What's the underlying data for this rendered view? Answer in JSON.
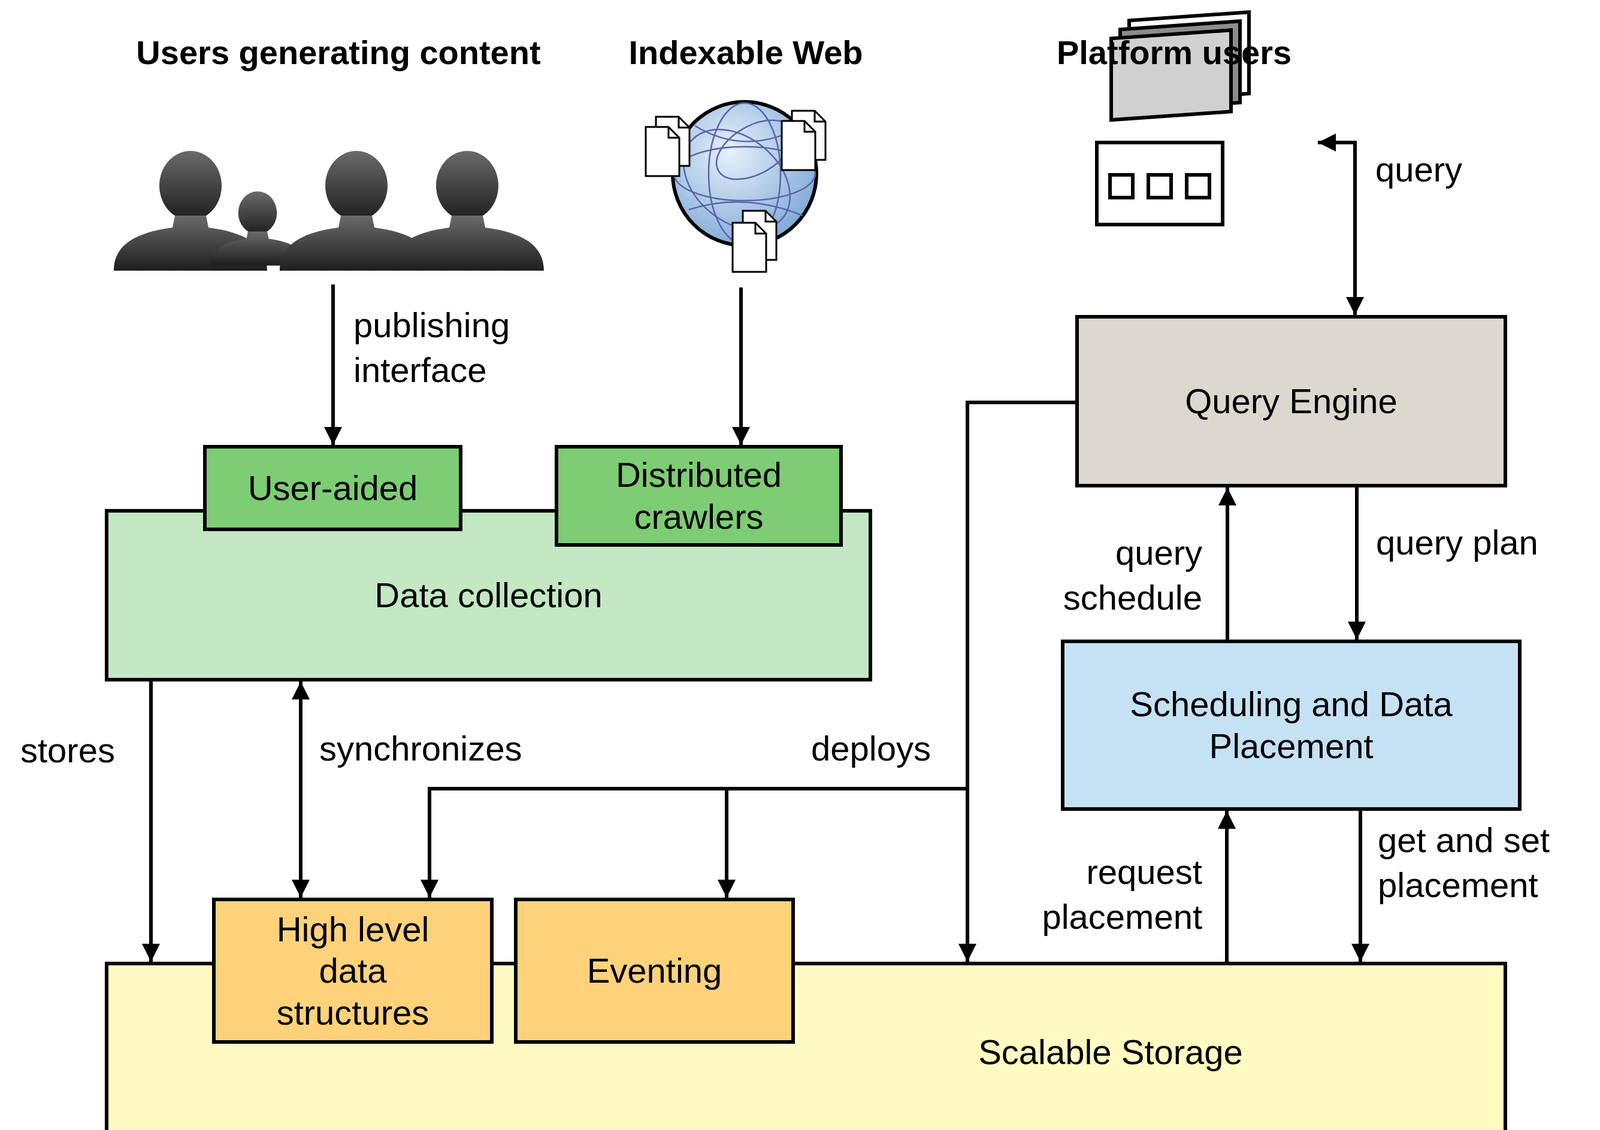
{
  "diagram": {
    "nodes": [
      {
        "text": [
          "Users generating content"
        ]
      },
      {
        "text": [
          "Indexable Web"
        ]
      },
      {
        "text": [
          "Platform users"
        ]
      },
      {
        "text": [
          "Data collection"
        ]
      },
      {
        "text": [
          "User-aided"
        ],
        "in": 3
      },
      {
        "text": [
          "Distributed crawlers"
        ],
        "in": 3
      },
      {
        "text": [
          "Query Engine"
        ]
      },
      {
        "text": [
          "Scheduling and Data Placement"
        ]
      },
      {
        "text": [
          "Scalable Storage"
        ]
      },
      {
        "text": [
          "High level data structures"
        ],
        "in": 8
      },
      {
        "text": [
          "Eventing"
        ],
        "in": 8
      }
    ],
    "edges": [
      {
        "from": 0,
        "to": 4,
        "label": "publishing interface",
        "arrow": "to"
      },
      {
        "from": 1,
        "to": 5,
        "arrow": "to"
      },
      {
        "from": 2,
        "to": 6,
        "label": "query",
        "arrow": "both"
      },
      {
        "from": 6,
        "to": 7,
        "label": "query plan",
        "arrow": "to"
      },
      {
        "from": 7,
        "to": 6,
        "label": "query schedule",
        "arrow": "to"
      },
      {
        "from": 7,
        "to": 8,
        "label": "get and set placement",
        "arrow": "to"
      },
      {
        "from": 8,
        "to": 7,
        "label": "request placement",
        "arrow": "to"
      },
      {
        "from": 3,
        "to": 8,
        "label": "stores",
        "arrow": "to"
      },
      {
        "from": 3,
        "to": 9,
        "label": "synchronizes",
        "arrow": "both"
      },
      {
        "from": 6,
        "to": 9,
        "label": "deploys",
        "arrow": "to"
      },
      {
        "from": 6,
        "to": 10,
        "arrow": "to"
      },
      {
        "from": 6,
        "to": 8,
        "arrow": "to"
      }
    ]
  }
}
